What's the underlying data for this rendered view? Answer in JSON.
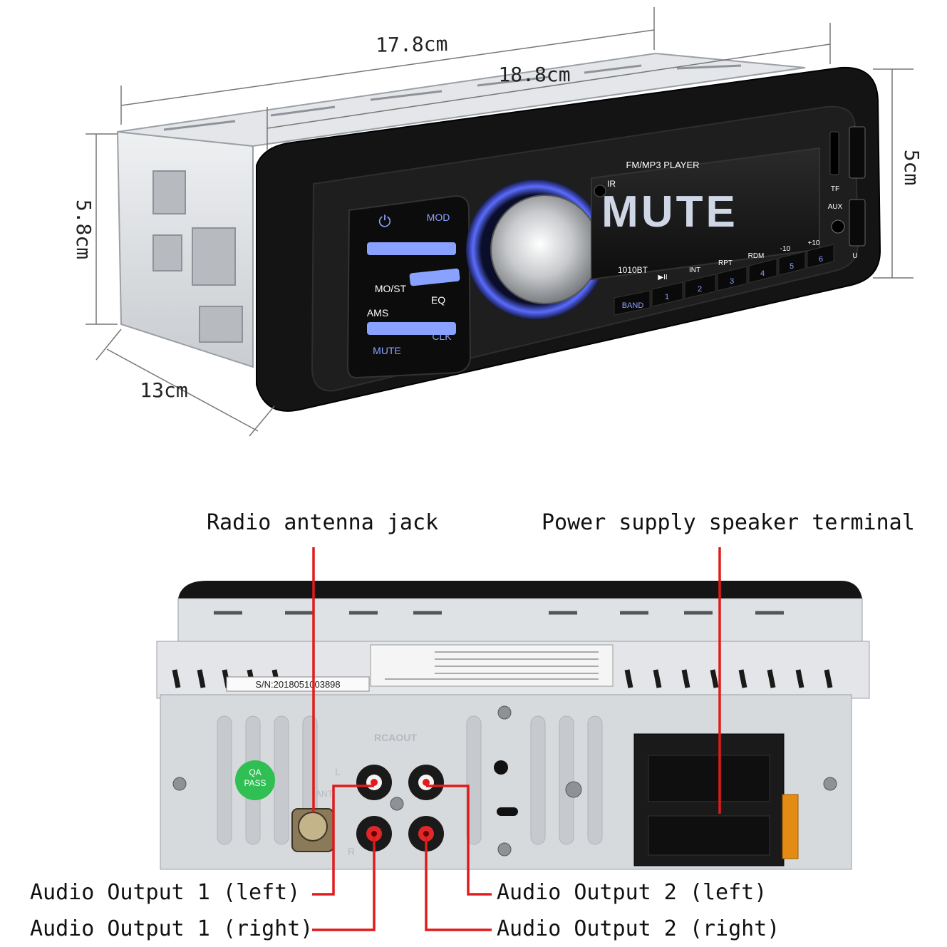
{
  "dimensions": {
    "depth_body": "17.8cm",
    "depth_total": "18.8cm",
    "height_body": "5.8cm",
    "height_panel": "5cm",
    "width_depth": "13cm"
  },
  "front_panel": {
    "display_title": "FM/MP3 PLAYER",
    "display_text": "MUTE",
    "model": "1010BT",
    "ir_label": "IR",
    "tf_label": "TF",
    "aux_label": "AUX",
    "usb_label": "U",
    "left_pad": {
      "power": "⏻",
      "mod": "MOD",
      "most": "MO/ST",
      "eq": "EQ",
      "ams": "AMS",
      "mute": "MUTE",
      "clk": "CLK"
    },
    "func_labels": [
      "▶II",
      "INT",
      "RPT",
      "RDM",
      "-10",
      "+10"
    ],
    "preset_buttons": [
      "BAND",
      "1",
      "2",
      "3",
      "4",
      "5",
      "6"
    ]
  },
  "rear_panel": {
    "serial": "S/N:2018051003898",
    "rca_label": "RCAOUT",
    "ant_label": "ANT",
    "qa_badge": [
      "QA",
      "PASS"
    ],
    "l_label": "L",
    "r_label": "R"
  },
  "callouts": {
    "antenna": "Radio antenna jack",
    "power": "Power supply speaker terminal",
    "out1_left": "Audio Output 1 (left)",
    "out1_right": "Audio Output 1 (right)",
    "out2_left": "Audio Output 2 (left)",
    "out2_right": "Audio Output 2 (right)"
  },
  "colors": {
    "callout_line": "#e01b1b",
    "button_glow": "#8aa2ff",
    "panel": "#151515",
    "metal": "#d9dcdf"
  }
}
